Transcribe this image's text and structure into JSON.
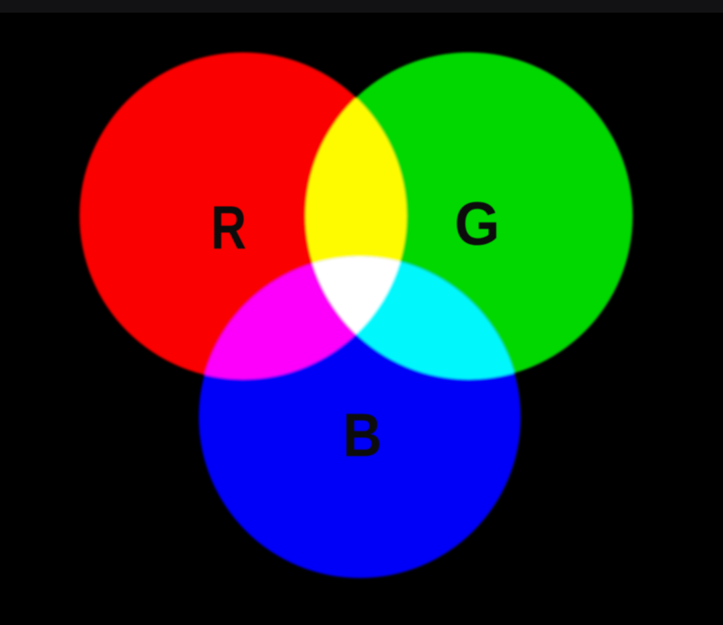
{
  "labels": {
    "red": "R",
    "green": "G",
    "blue": "B"
  },
  "colors": {
    "background": "#000000",
    "top_bar": "#121214",
    "red": "#fb0303",
    "green": "#06d806",
    "blue": "#0404f8",
    "yellow": "#fefb00",
    "magenta": "#fd00fb",
    "cyan": "#00f8fd",
    "center": "#ffffff",
    "label": "#0c0c0c"
  }
}
